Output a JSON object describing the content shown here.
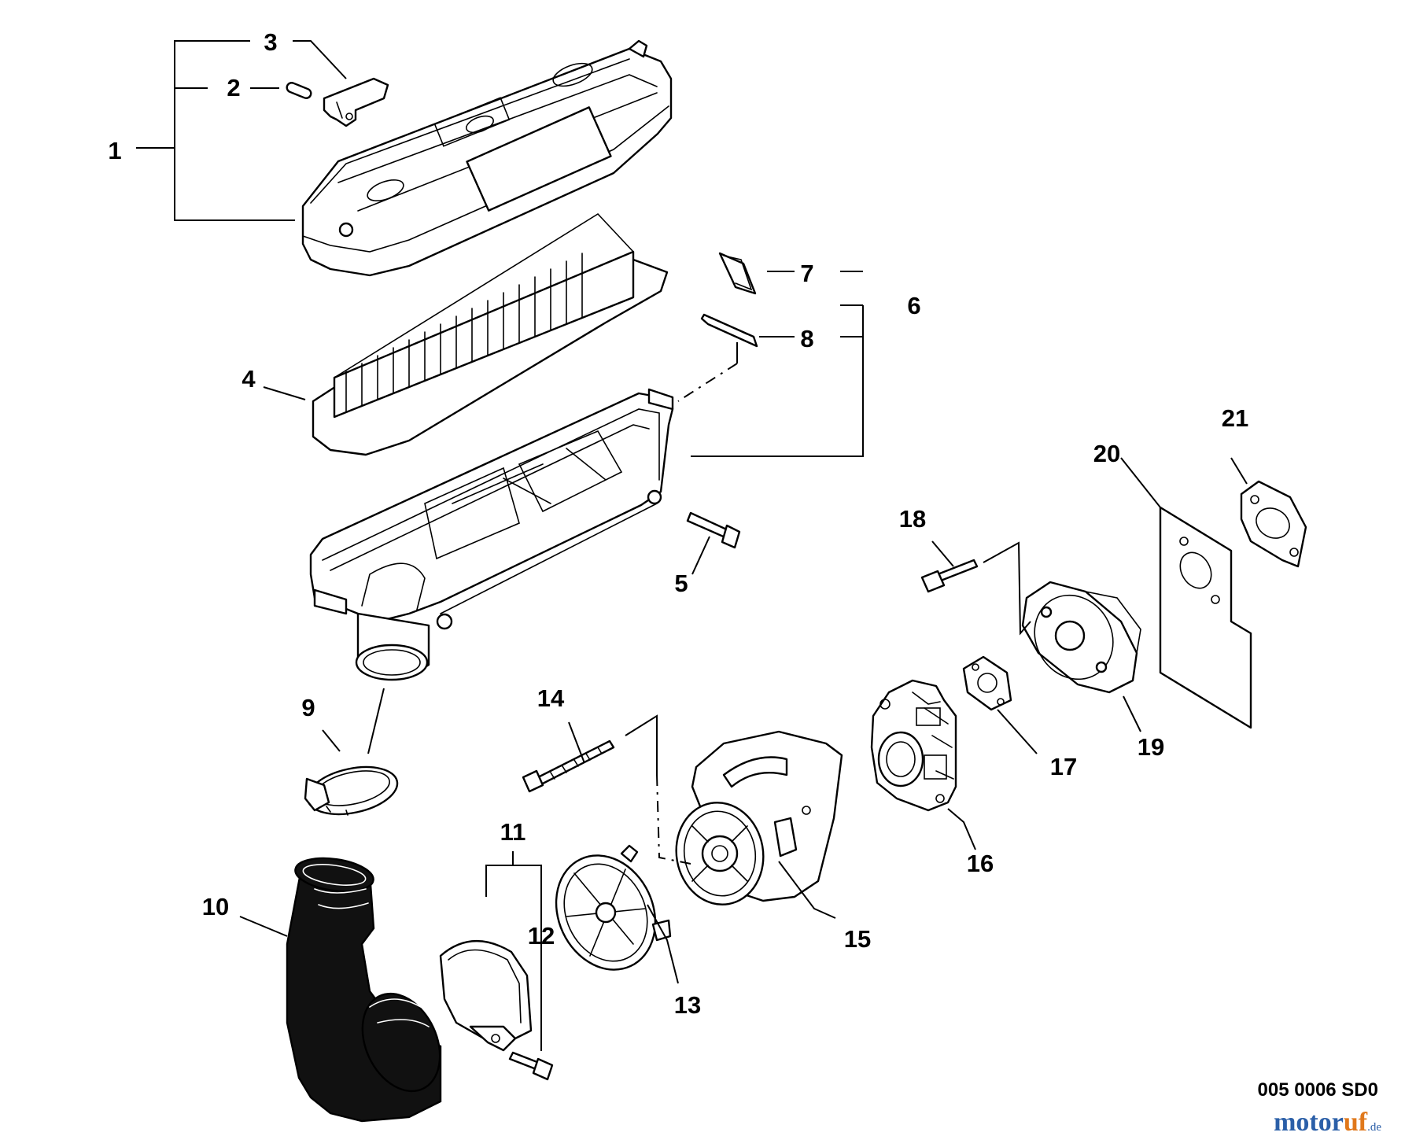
{
  "diagram": {
    "labels": {
      "n1": "1",
      "n2": "2",
      "n3": "3",
      "n4": "4",
      "n5": "5",
      "n6": "6",
      "n7": "7",
      "n8": "8",
      "n9": "9",
      "n10": "10",
      "n11": "11",
      "n12": "12",
      "n13": "13",
      "n14": "14",
      "n15": "15",
      "n16": "16",
      "n17": "17",
      "n18": "18",
      "n19": "19",
      "n20": "20",
      "n21": "21"
    },
    "reference_code": "005 0006 SD0",
    "watermark": {
      "brand_blue": "motor",
      "brand_orange": "uf",
      "suffix": ".de"
    }
  },
  "colors": {
    "line": "#000000",
    "watermark_blue": "#2b5fa8",
    "watermark_orange": "#e0781b"
  }
}
